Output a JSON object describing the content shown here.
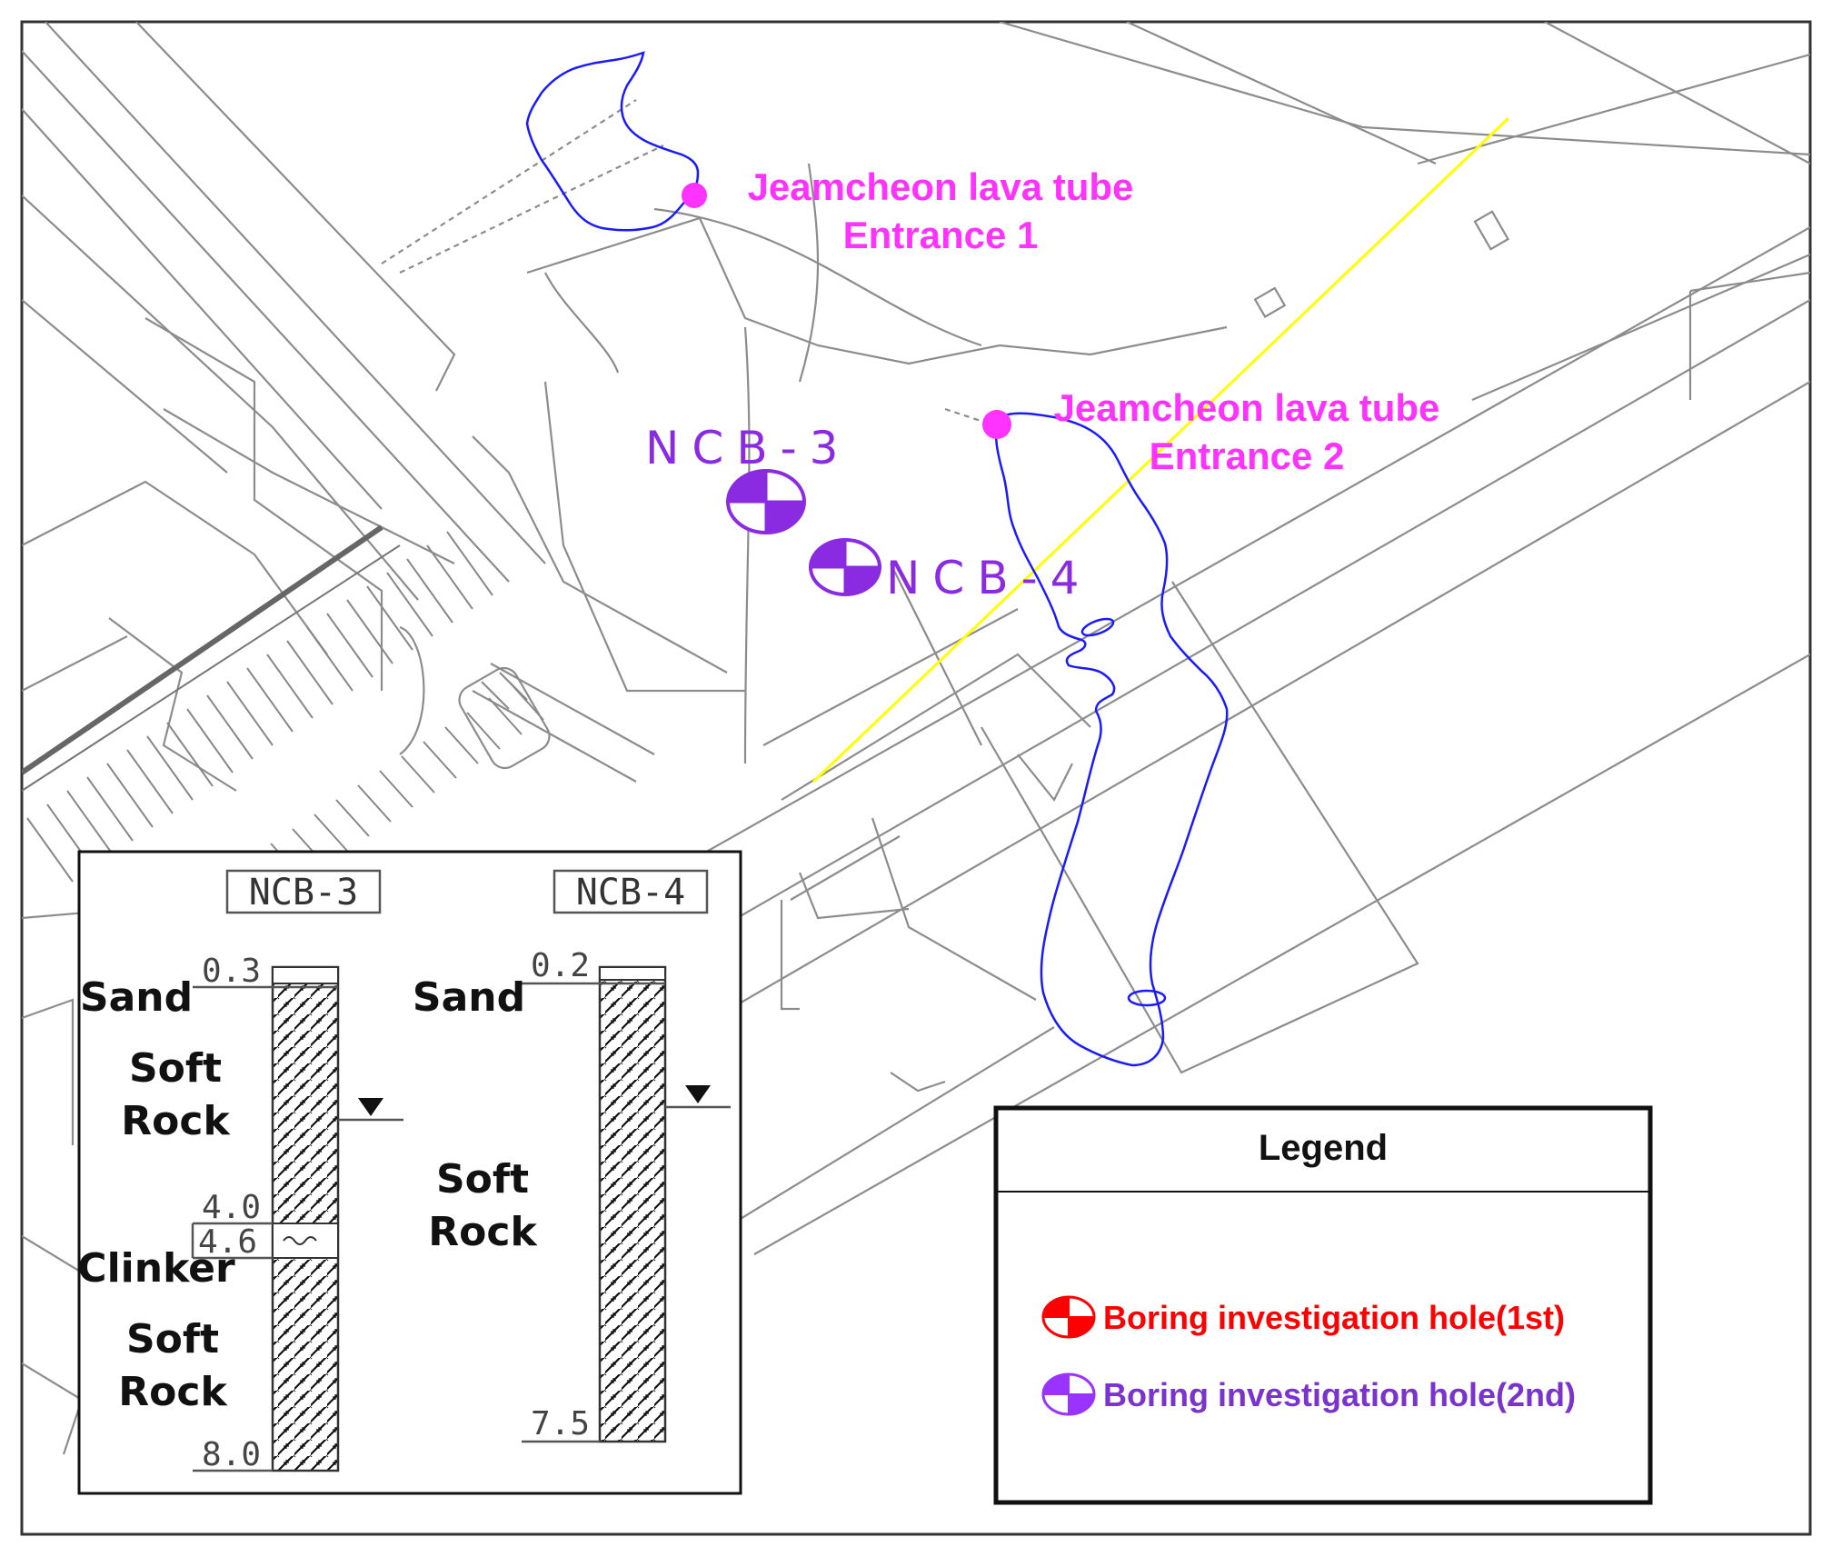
{
  "map": {
    "entrance1": {
      "line1": "Jeamcheon lava tube",
      "line2": "Entrance 1"
    },
    "entrance2": {
      "line1": "Jeamcheon lava tube",
      "line2": "Entrance 2"
    },
    "ncb3_label": "NCB-3",
    "ncb4_label": "NCB-4",
    "colors": {
      "entrance": "#ff33ff",
      "cave_outline": "#1a1aff",
      "boring_2nd": "#8a2be2",
      "boring_1st": "#ff0000",
      "road_centerline": "#ffff00",
      "base_lines": "#8c8c8c"
    }
  },
  "inset": {
    "ncb3": {
      "title": "NCB-3",
      "depths": [
        "0.3",
        "4.0",
        "4.6",
        "8.0"
      ],
      "layers": {
        "sand": "Sand",
        "soft1_a": "Soft",
        "soft1_b": "Rock",
        "clinker": "Clinker",
        "soft2_a": "Soft",
        "soft2_b": "Rock"
      }
    },
    "ncb4": {
      "title": "NCB-4",
      "depths": [
        "0.2",
        "7.5"
      ],
      "layers": {
        "sand": "Sand",
        "soft_a": "Soft",
        "soft_b": "Rock"
      }
    }
  },
  "legend": {
    "title": "Legend",
    "items": [
      {
        "label": "Boring investigation hole(1st)",
        "color": "#ff0000",
        "icon": "boring-hole-symbol"
      },
      {
        "label": "Boring investigation hole(2nd)",
        "color": "#7a33cc",
        "icon": "boring-hole-symbol"
      }
    ]
  }
}
